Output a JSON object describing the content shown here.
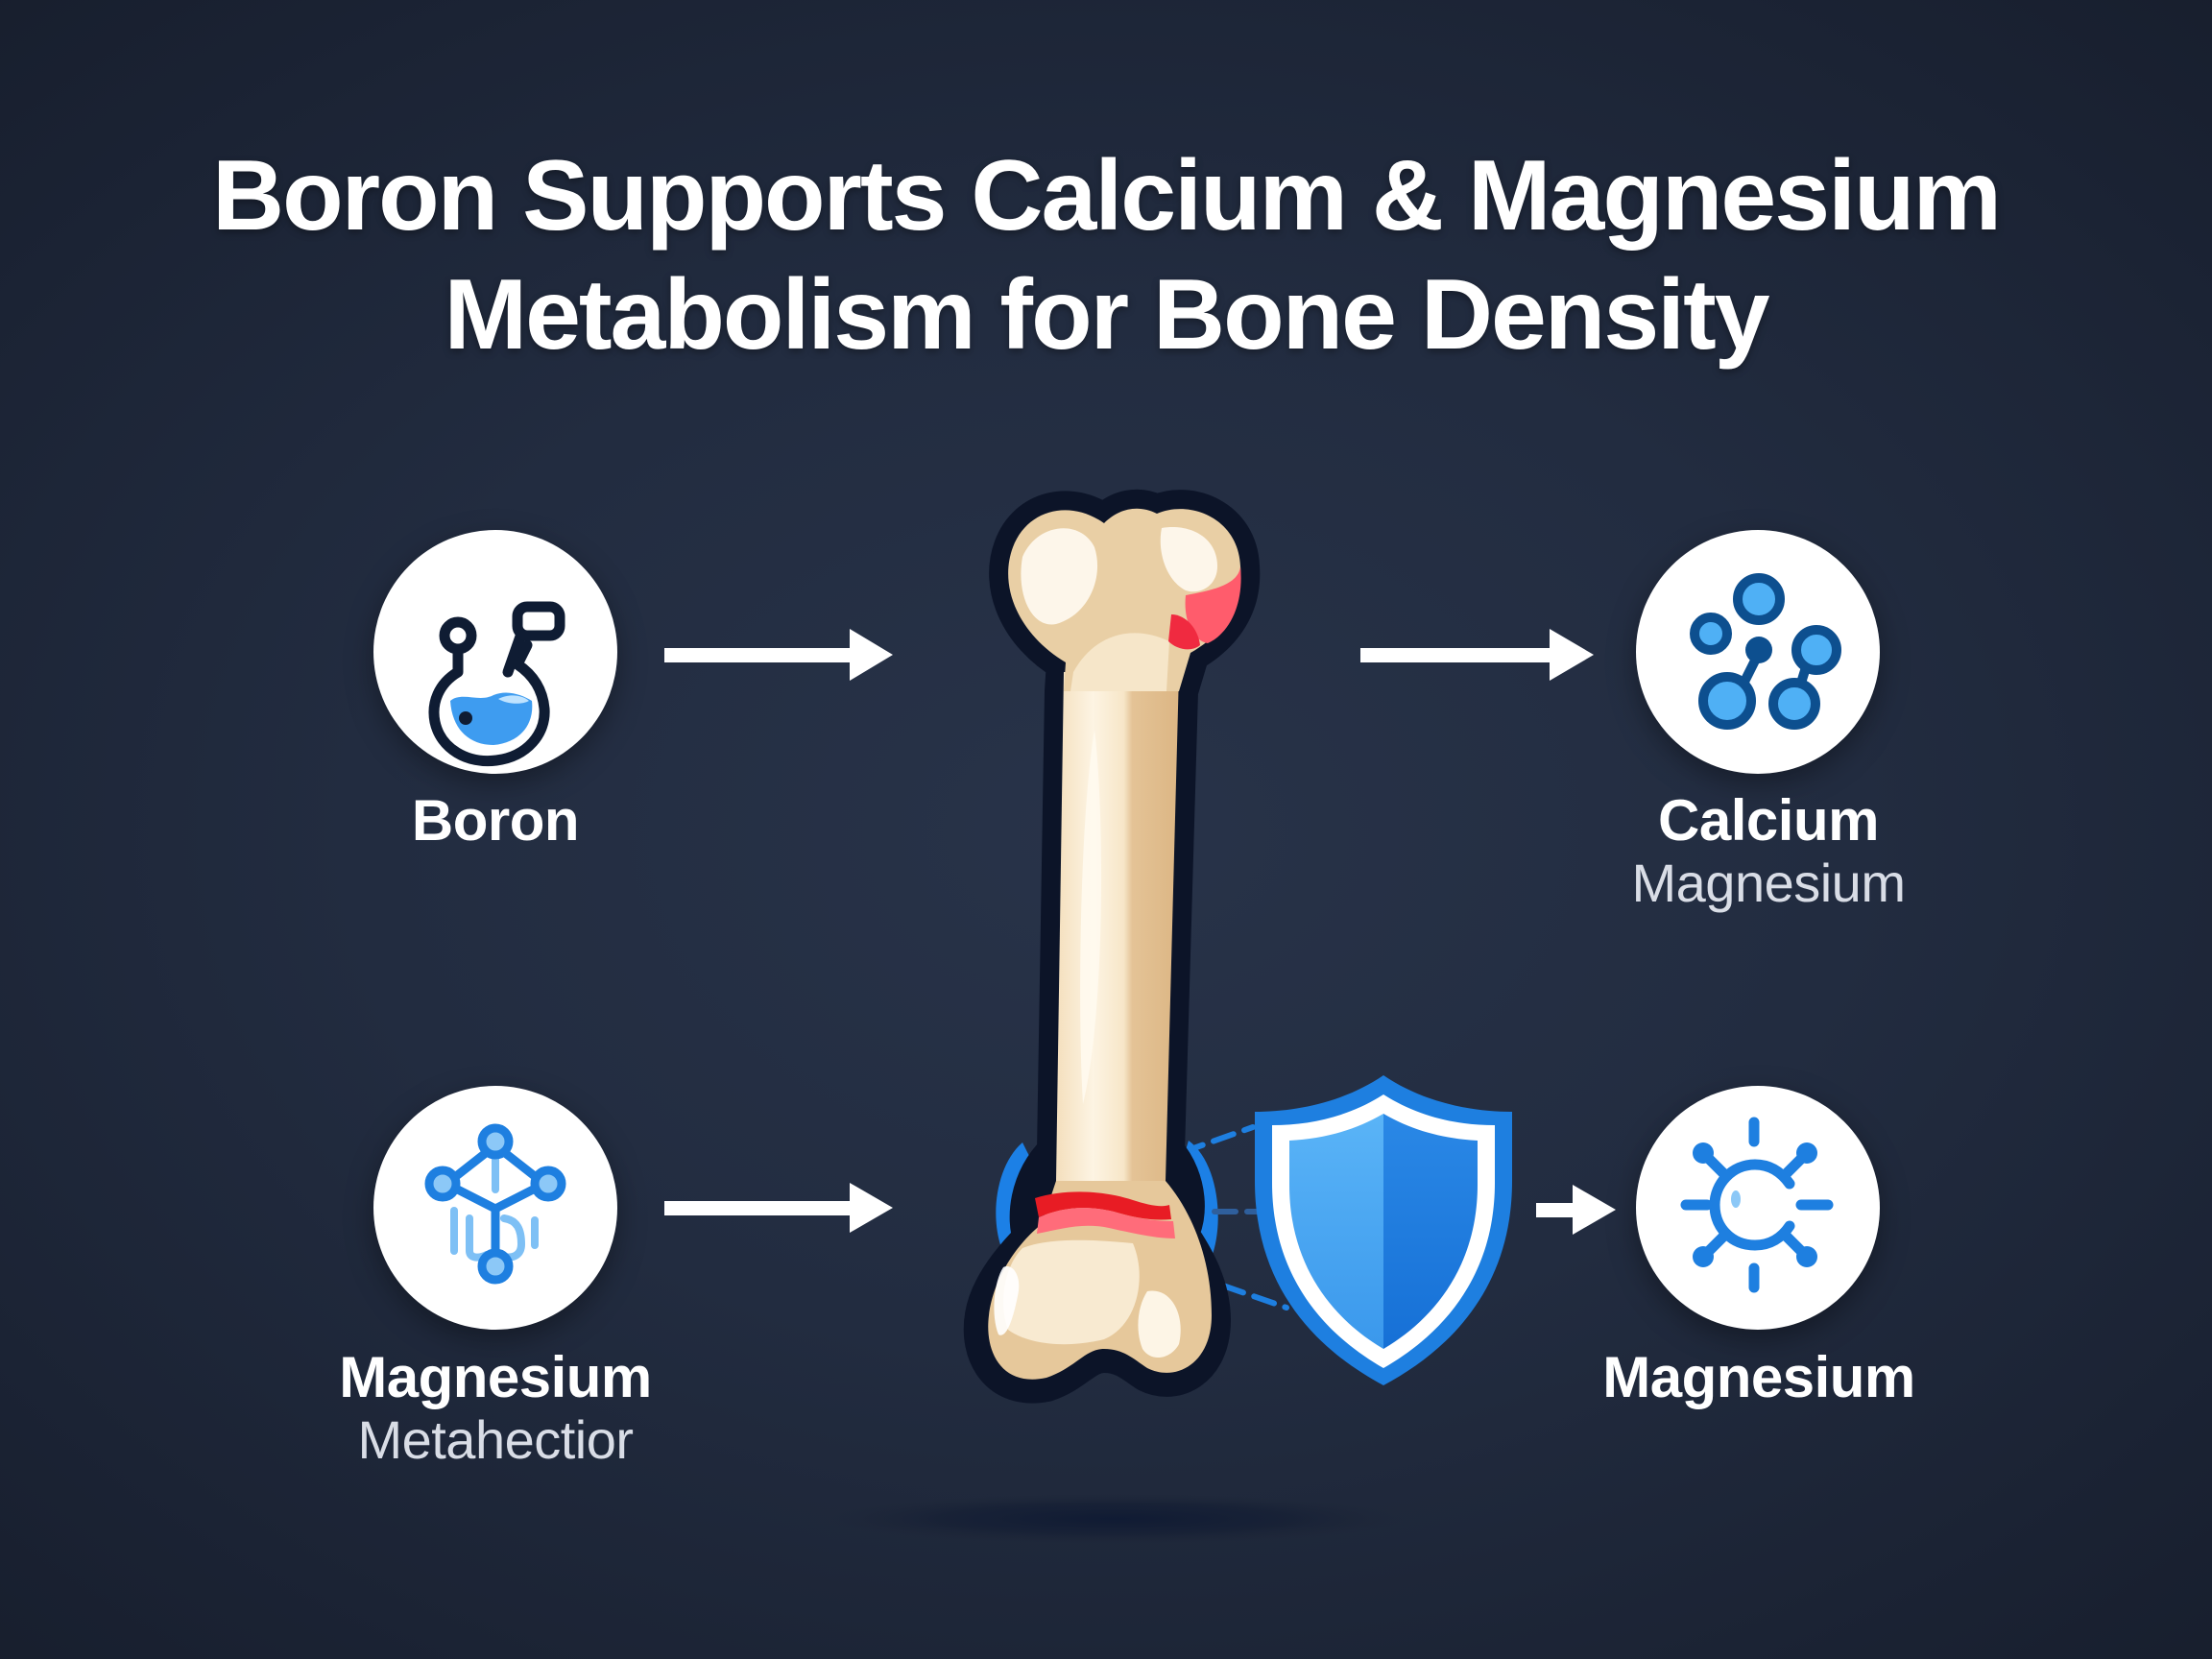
{
  "title": {
    "line1": "Boron Supports Calcium & Magnesium",
    "line2": "Metabolism for Bone Density"
  },
  "nodes": [
    {
      "id": "boron",
      "icon": "flask-icon",
      "primary": "Boron",
      "secondary": ""
    },
    {
      "id": "calcium",
      "icon": "molecule-cluster-icon",
      "primary": "Calcium",
      "secondary": "Magnesium"
    },
    {
      "id": "magnesium-metabolism",
      "icon": "molecular-network-icon",
      "primary": "Magnesium",
      "secondary": "Metahectior"
    },
    {
      "id": "magnesium",
      "icon": "atom-sun-icon",
      "primary": "Magnesium",
      "secondary": ""
    }
  ],
  "center": {
    "bone": "femur-bone-illustration",
    "shield": "protection-shield-icon"
  },
  "colors": {
    "background": "#222c40",
    "accent_blue": "#1e7fe0",
    "light_blue": "#4fb0f5",
    "bone": "#f6e6c9",
    "bone_shade": "#e0bf8f",
    "highlight_red": "#f03040",
    "outline": "#0c1428"
  }
}
